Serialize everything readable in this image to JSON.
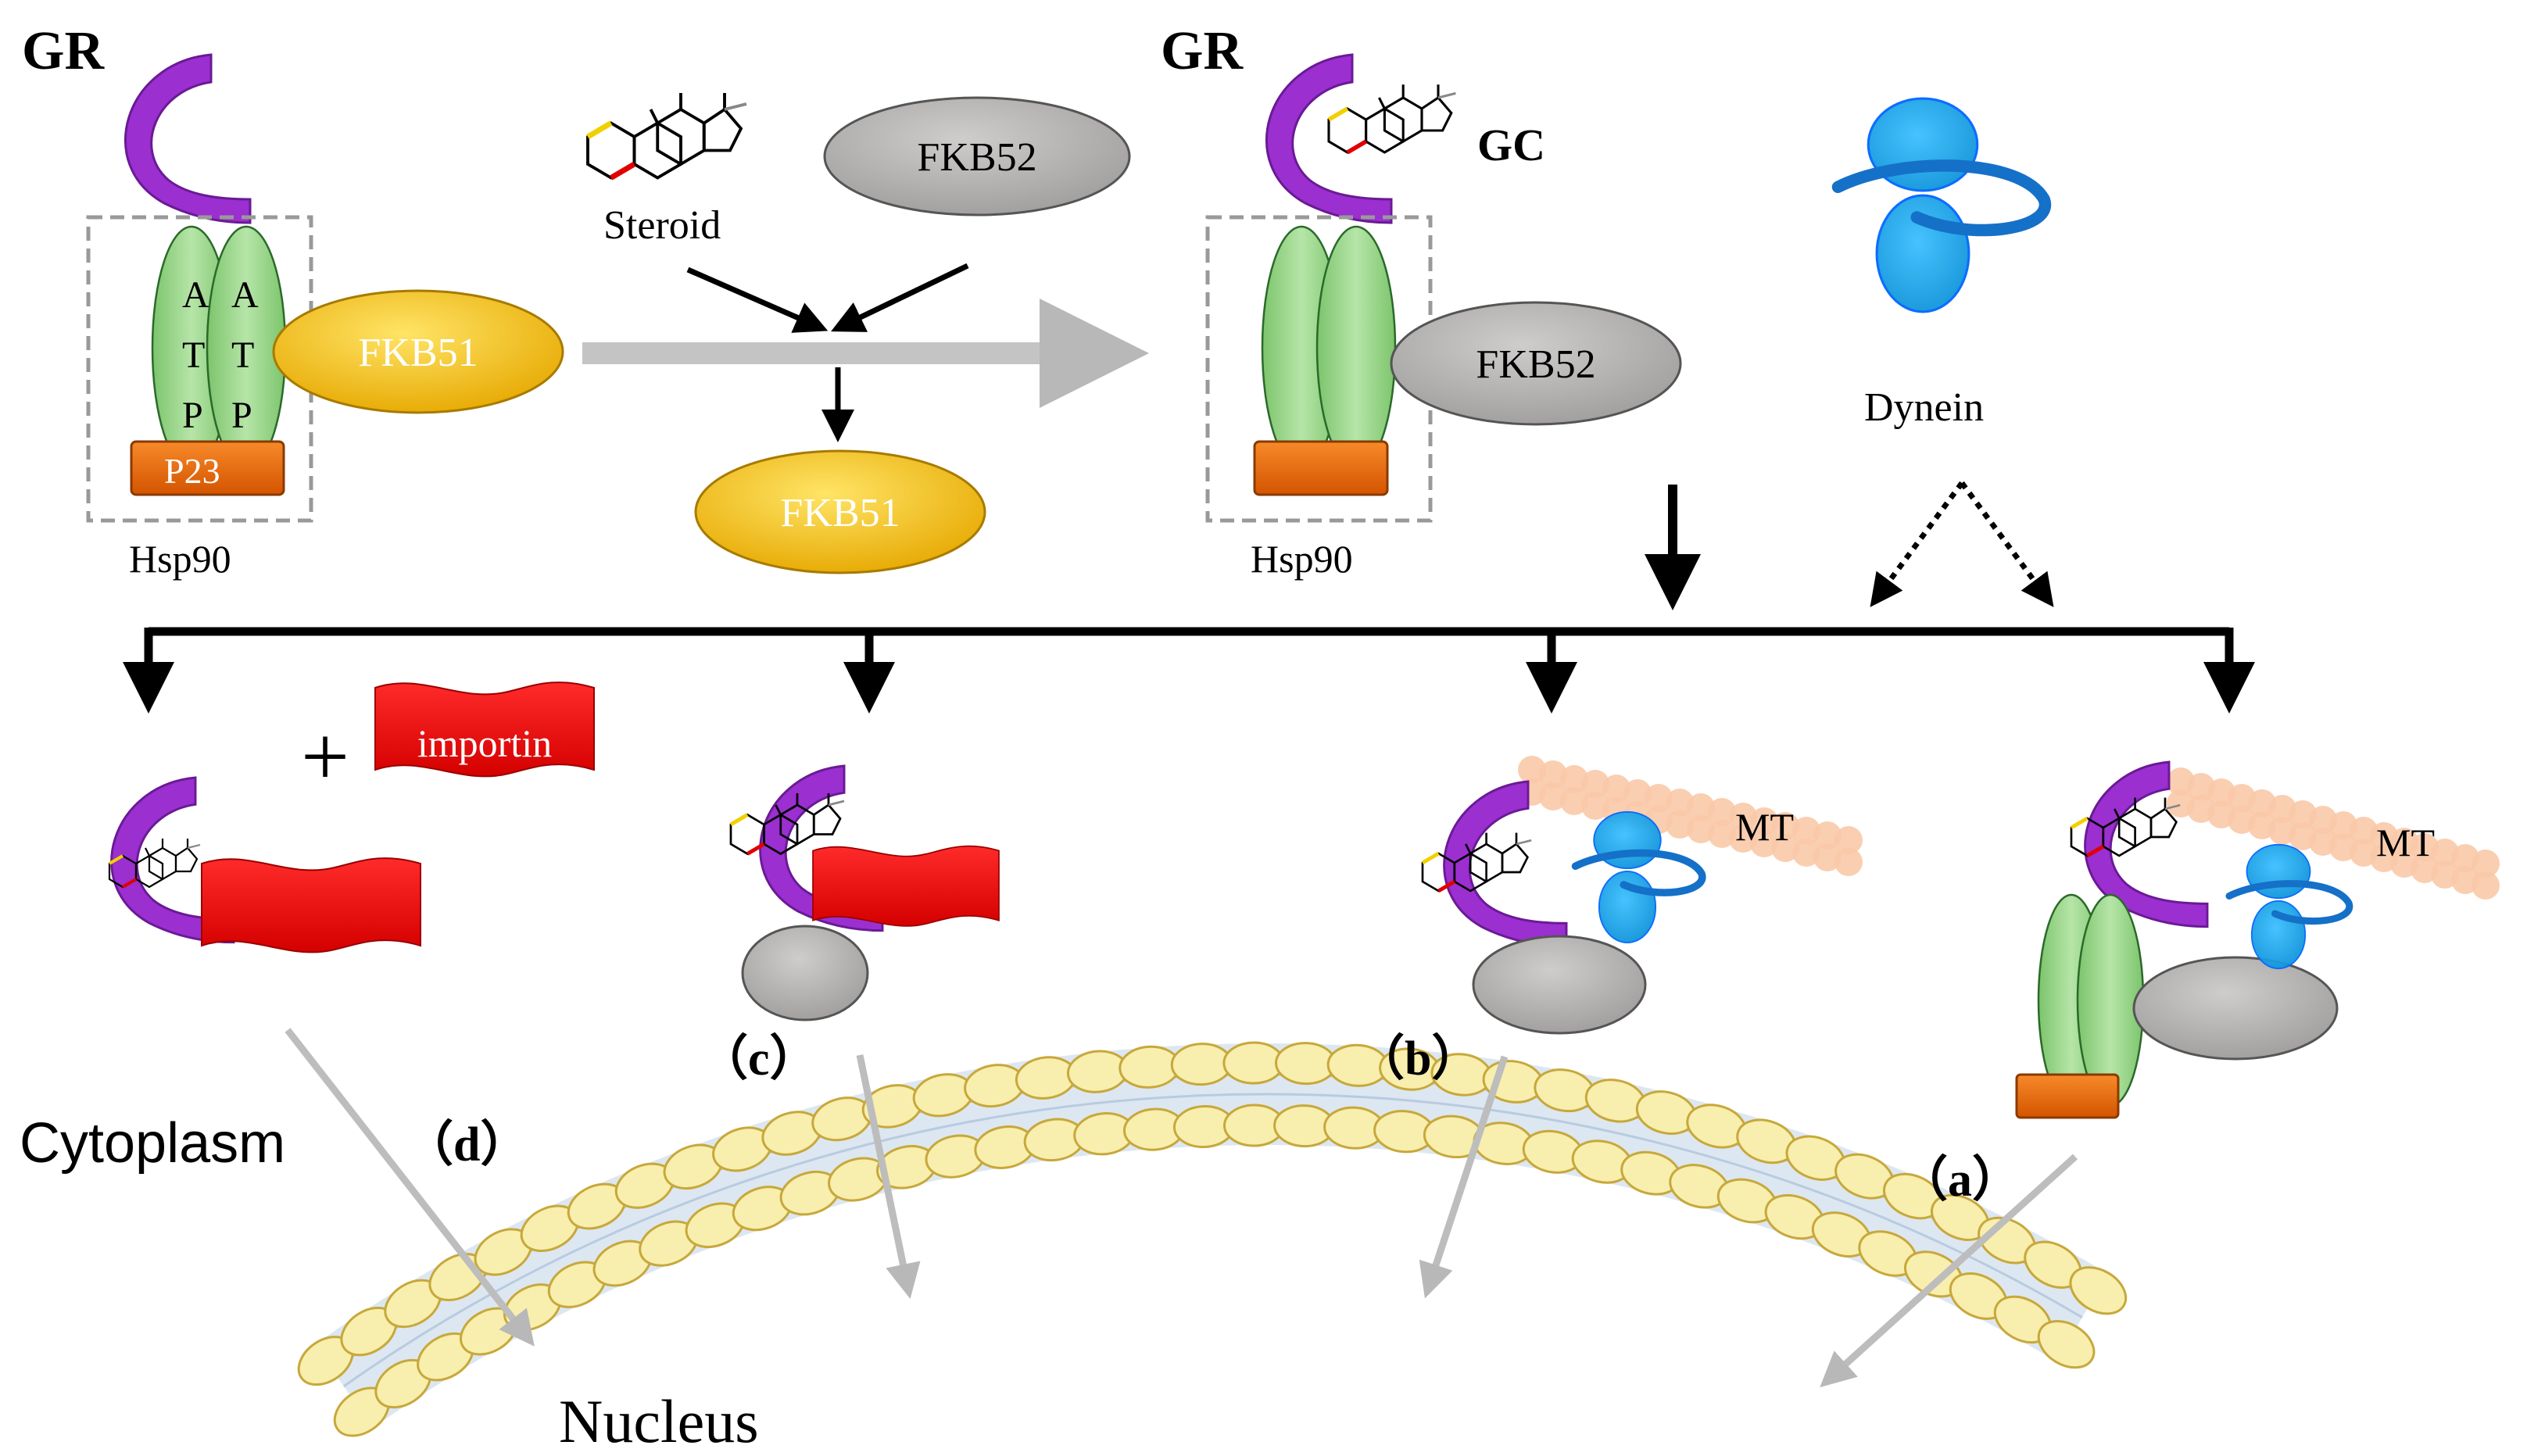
{
  "labels": {
    "gr_left": "GR",
    "gr_right": "GR",
    "gc": "GC",
    "steroid": "Steroid",
    "fkb52_top": "FKB52",
    "fkb51_complex": "FKB51",
    "fkb51_released": "FKB51",
    "fkb52_complex": "FKB52",
    "hsp90_left": "Hsp90",
    "hsp90_right": "Hsp90",
    "atp_a": "A",
    "atp_t": "T",
    "atp_p": "P",
    "p23": "P23",
    "dynein": "Dynein",
    "plus": "+",
    "importin": "importin",
    "mt_b": "MT",
    "mt_a": "MT",
    "path_a": "（a）",
    "path_b": "（b）",
    "path_c": "（c）",
    "path_d": "（d）",
    "cytoplasm": "Cytoplasm",
    "nucleus": "Nucleus"
  },
  "colors": {
    "gr": "#9b2fd0",
    "hsp90": "#9ad58c",
    "fkb51": "#f2c500",
    "fkb52": "#b5b2b2",
    "p23": "#e8680f",
    "dynein": "#1ea7e8",
    "importin": "#ee1111",
    "mt": "#f9c9a8",
    "membrane_head": "#f7ecaa",
    "arrow_gray": "#b8b8b8"
  }
}
